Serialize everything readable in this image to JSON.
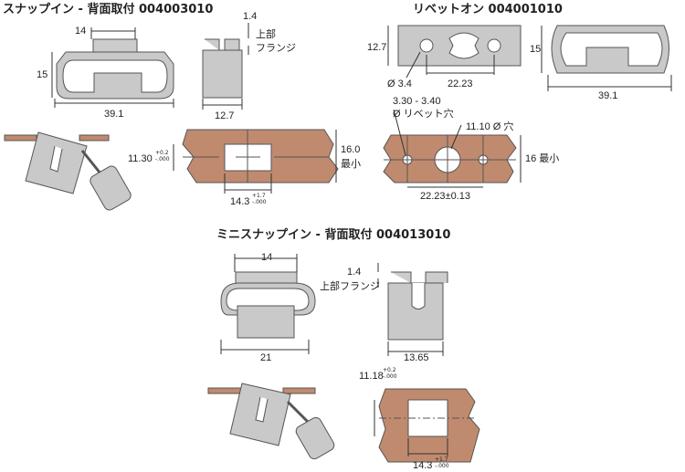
{
  "section1": {
    "title": "スナップイン - 背面取付 004003010",
    "dim_width_flange": "14",
    "dim_height": "15",
    "dim_length": "39.1",
    "dim_flange": "1.4",
    "flange_label_1": "上部",
    "flange_label_2": "フランジ",
    "dim_side_width": "12.7",
    "cutout_height": "11.30",
    "cutout_height_tol_plus": "+0.2",
    "cutout_height_tol_minus": "-.000",
    "cutout_width": "14.3",
    "cutout_width_tol_plus": "+1.7",
    "cutout_width_tol_minus": "-.000",
    "panel_min_1": "16.0",
    "panel_min_2": "最小"
  },
  "section2": {
    "title": "リベットオン 004001010",
    "dim_height": "12.7",
    "hole_dia": "Ø 3.4",
    "hole_spacing": "22.23",
    "side_height": "15",
    "side_length": "39.1",
    "rivet_hole_range": "3.30 - 3.40",
    "rivet_hole_label": "Ø リベット穴",
    "center_hole": "11.10 Ø 穴",
    "panel_min": "16 最小",
    "spacing_tol": "22.23±0.13"
  },
  "section3": {
    "title": "ミニスナップイン - 背面取付 004013010",
    "dim_flange_width": "14",
    "dim_length": "21",
    "dim_flange": "1.4",
    "flange_label": "上部フランジ",
    "dim_side_width": "13.65",
    "cutout_height": "11.18",
    "cutout_height_tol_plus": "+0.2",
    "cutout_height_tol_minus": "-.000",
    "cutout_width": "14.3",
    "cutout_width_tol_plus": "+1.7",
    "cutout_width_tol_minus": "-.000"
  },
  "colors": {
    "part": "#c9c9c9",
    "panel": "#c08a6e",
    "outline": "#555555"
  }
}
